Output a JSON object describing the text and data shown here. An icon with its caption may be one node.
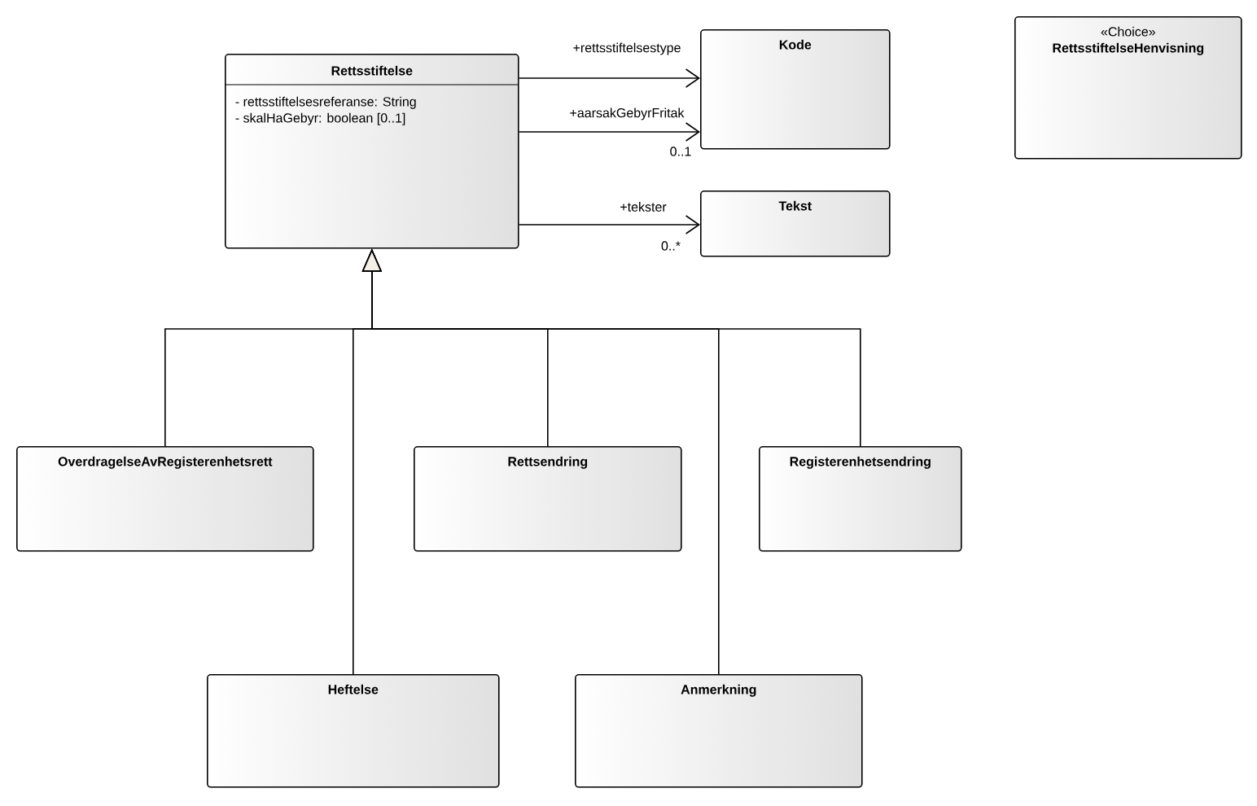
{
  "diagram": {
    "nodes": [
      {
        "text": [
          "Rettsstiftelse",
          "- rettsstiftelsesreferanse: String",
          "- skalHaGebyr: boolean [0..1]"
        ]
      },
      {
        "text": [
          "Kode"
        ]
      },
      {
        "text": [
          "Tekst"
        ]
      },
      {
        "text": [
          "«Choice»",
          "RettsstiftelseHenvisning"
        ]
      },
      {
        "text": [
          "OverdragelseAvRegisterenhetsrett"
        ]
      },
      {
        "text": [
          "Rettsendring"
        ]
      },
      {
        "text": [
          "Registerenhetsendring"
        ]
      },
      {
        "text": [
          "Heftelse"
        ]
      },
      {
        "text": [
          "Anmerkning"
        ]
      }
    ],
    "edges": [
      {
        "from": 0,
        "to": 1,
        "arrow": "to",
        "label": "+rettsstiftelsestype"
      },
      {
        "from": 0,
        "to": 1,
        "arrow": "to",
        "label": "+aarsakGebyrFritak"
      },
      {
        "from": 0,
        "to": 2,
        "arrow": "to",
        "label": "+tekster"
      },
      {
        "from": 4,
        "to": 0,
        "arrow": "to"
      },
      {
        "from": 7,
        "to": 0,
        "arrow": "to"
      },
      {
        "from": 5,
        "to": 0,
        "arrow": "to"
      },
      {
        "from": 8,
        "to": 0,
        "arrow": "to"
      },
      {
        "from": 6,
        "to": 0,
        "arrow": "to"
      }
    ],
    "labels": [
      "0..1",
      "0..*"
    ]
  }
}
